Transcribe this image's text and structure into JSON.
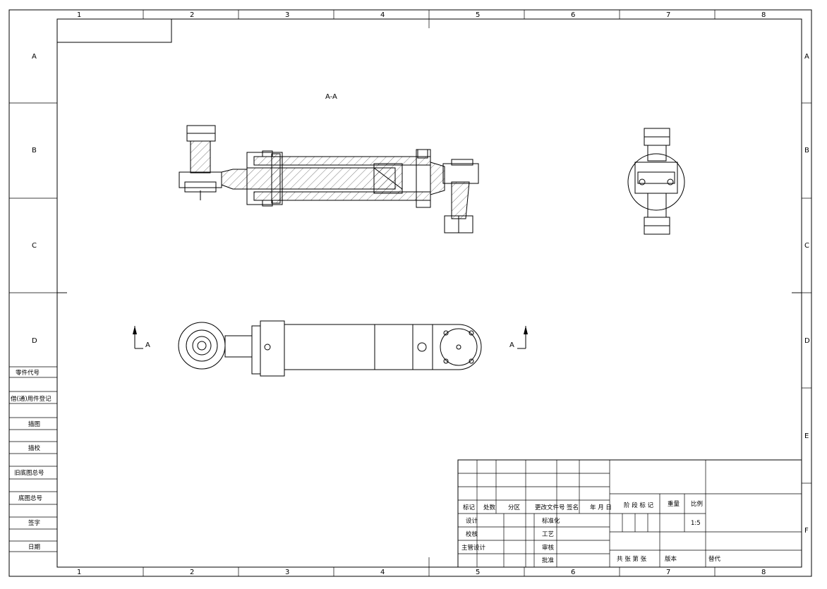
{
  "zones": {
    "columns": [
      "1",
      "2",
      "3",
      "4",
      "5",
      "6",
      "7",
      "8"
    ],
    "rows": [
      "A",
      "B",
      "C",
      "D",
      "E",
      "F"
    ]
  },
  "views": {
    "section_title": "A-A",
    "section_mark_left": "A",
    "section_mark_right": "A"
  },
  "side_table": {
    "rows": [
      "零件代号",
      "借(通)用件登记",
      "描图",
      "描校",
      "旧底图总号",
      "底图总号",
      "签字",
      "日期"
    ]
  },
  "title_block": {
    "col_headers": [
      "标记",
      "处数",
      "分区",
      "更改文件号",
      "签名",
      "年 月 日"
    ],
    "row_labels_left": [
      "设计",
      "校核",
      "主管设计"
    ],
    "row_labels_mid": [
      "标准化",
      "工艺",
      "审核",
      "批准"
    ],
    "stage_label": "阶 段 标 记",
    "weight_label": "重量",
    "scale_label": "比例",
    "scale_value": "1:5",
    "sheets_label": "共  张    第  张",
    "version_label": "版本",
    "replace_label": "替代"
  }
}
